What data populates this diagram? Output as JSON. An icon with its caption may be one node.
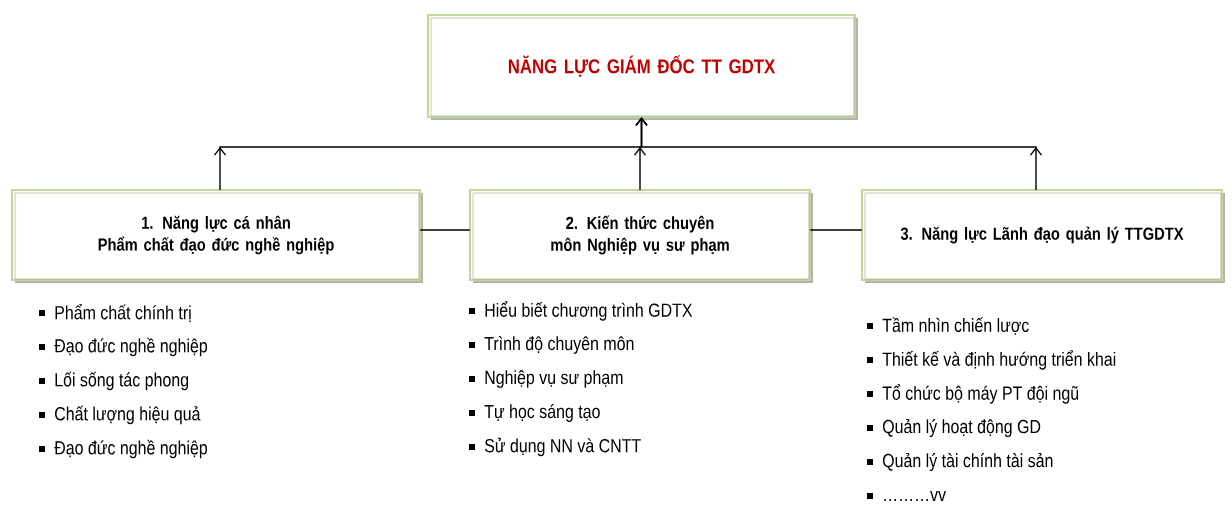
{
  "diagram": {
    "nodes": [
      {
        "text": [
          "NĂNG LỰC GIÁM ĐỐC TT GDTX"
        ]
      },
      {
        "text": [
          "1. Năng lực cá nhân",
          "Phẩm chất đạo đức nghề nghiệp"
        ],
        "beside": [
          "Phẩm chất chính trị",
          "Đạo đức nghề nghiệp",
          "Lối sống tác phong",
          "Chất lượng hiệu quả",
          "Đạo đức nghề nghiệp"
        ]
      },
      {
        "text": [
          "2. Kiến thức chuyên môn Nghiệp vụ sư phạm"
        ],
        "beside": [
          "Hiểu biết chương trình GDTX",
          "Trình độ chuyên môn",
          "Nghiệp vụ sư phạm",
          "Tự học sáng tạo",
          "Sử dụng NN và CNTT"
        ]
      },
      {
        "text": [
          "3. Năng lực Lãnh đạo quản lý TTGDTX"
        ],
        "beside": [
          "Tầm nhìn chiến lược",
          "Thiết kế và định hướng triển khai",
          "Tổ chức bộ máy PT đội ngũ",
          "Quản lý hoạt động GD",
          "Quản lý tài chính tài sản",
          "………vv"
        ]
      }
    ],
    "edges": [
      {
        "from": 1,
        "to": 0,
        "arrow": "to"
      },
      {
        "from": 2,
        "to": 0,
        "arrow": "to"
      },
      {
        "from": 3,
        "to": 0,
        "arrow": "to"
      },
      {
        "from": 1,
        "to": 2,
        "arrow": "none"
      },
      {
        "from": 2,
        "to": 3,
        "arrow": "none"
      }
    ]
  }
}
